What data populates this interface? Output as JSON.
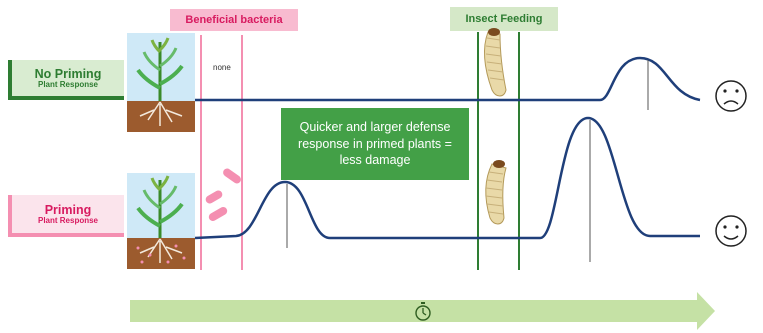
{
  "tags": {
    "beneficial_bacteria": "Beneficial bacteria",
    "insect_feeding": "Insect Feeding"
  },
  "rows": {
    "no_priming": {
      "title": "No Priming",
      "subtitle": "Plant Response",
      "bacteria_text": "none",
      "outcome_icon": "sad-face-icon"
    },
    "priming": {
      "title": "Priming",
      "subtitle": "Plant Response",
      "outcome_icon": "happy-face-icon"
    }
  },
  "callout": "Quicker and larger defense response in primed plants = less damage",
  "timeline_icon": "stopwatch-icon",
  "colors": {
    "curve": "#1f3f7a",
    "green_dark": "#2e7d32",
    "green_callout": "#43a047",
    "pink_line": "#f48fb1",
    "pink_tag": "#f8bbd0",
    "green_tag": "#d5e8c8",
    "arrow": "#c5e1a5",
    "sky": "#cfe9f7",
    "soil": "#9c5b2e"
  }
}
